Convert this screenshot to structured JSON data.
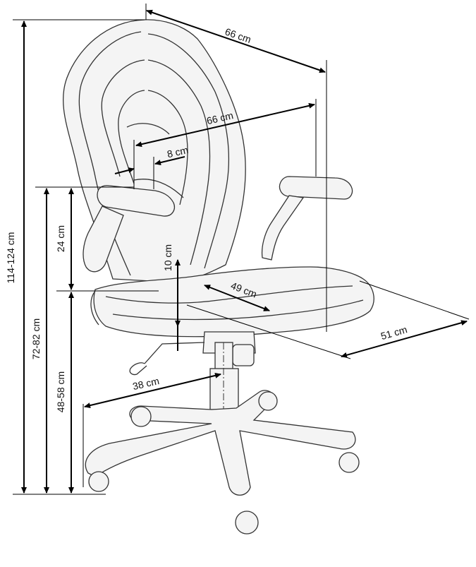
{
  "dimensions": {
    "total_height": "114-124 cm",
    "armrest_height": "72-82 cm",
    "seat_height": "48-58 cm",
    "armrest_to_seat": "24 cm",
    "armrest_adjust": "10 cm",
    "armrest_width": "8 cm",
    "backrest_width": "66 cm",
    "overall_width": "66 cm",
    "seat_width": "49 cm",
    "seat_depth": "51 cm",
    "base_radius": "38 cm"
  }
}
